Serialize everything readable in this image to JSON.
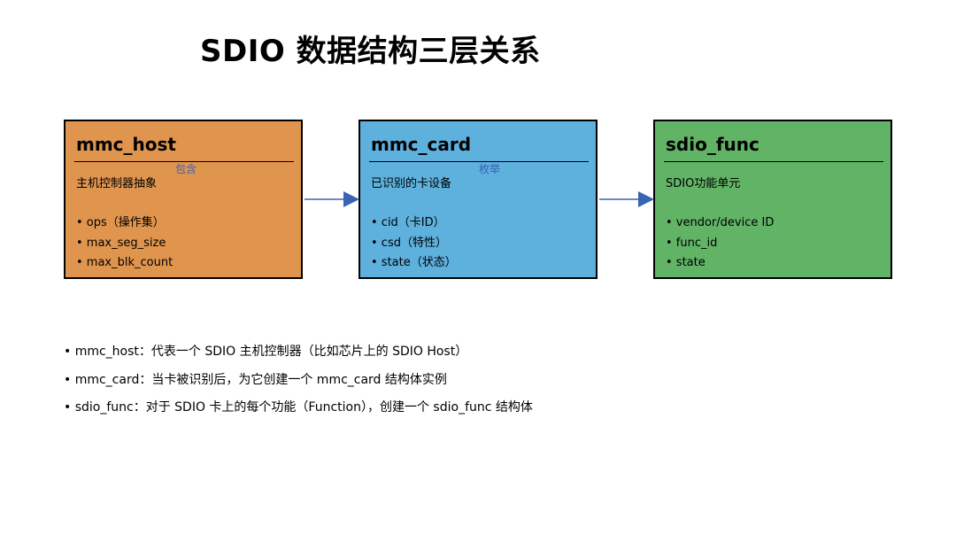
{
  "title": "SDIO 数据结构三层关系",
  "colors": {
    "host": "#e0954f",
    "card": "#5eb0dd",
    "func": "#61b365",
    "arrow": "#3a62b5"
  },
  "boxes": [
    {
      "heading": "mmc_host",
      "subtitle": "主机控制器抽象",
      "items": [
        "• ops（操作集）",
        "• max_seg_size",
        "• max_blk_count"
      ]
    },
    {
      "heading": "mmc_card",
      "subtitle": "已识别的卡设备",
      "items": [
        "• cid（卡ID）",
        "• csd（特性）",
        "• state（状态）"
      ]
    },
    {
      "heading": "sdio_func",
      "subtitle": "SDIO功能单元",
      "items": [
        "• vendor/device ID",
        "• func_id",
        "• state"
      ]
    }
  ],
  "relations": [
    "包含",
    "枚举"
  ],
  "notes": [
    "• mmc_host：代表一个 SDIO 主机控制器（比如芯片上的 SDIO Host）",
    "• mmc_card：当卡被识别后，为它创建一个 mmc_card 结构体实例",
    "• sdio_func：对于 SDIO 卡上的每个功能（Function），创建一个 sdio_func 结构体"
  ]
}
